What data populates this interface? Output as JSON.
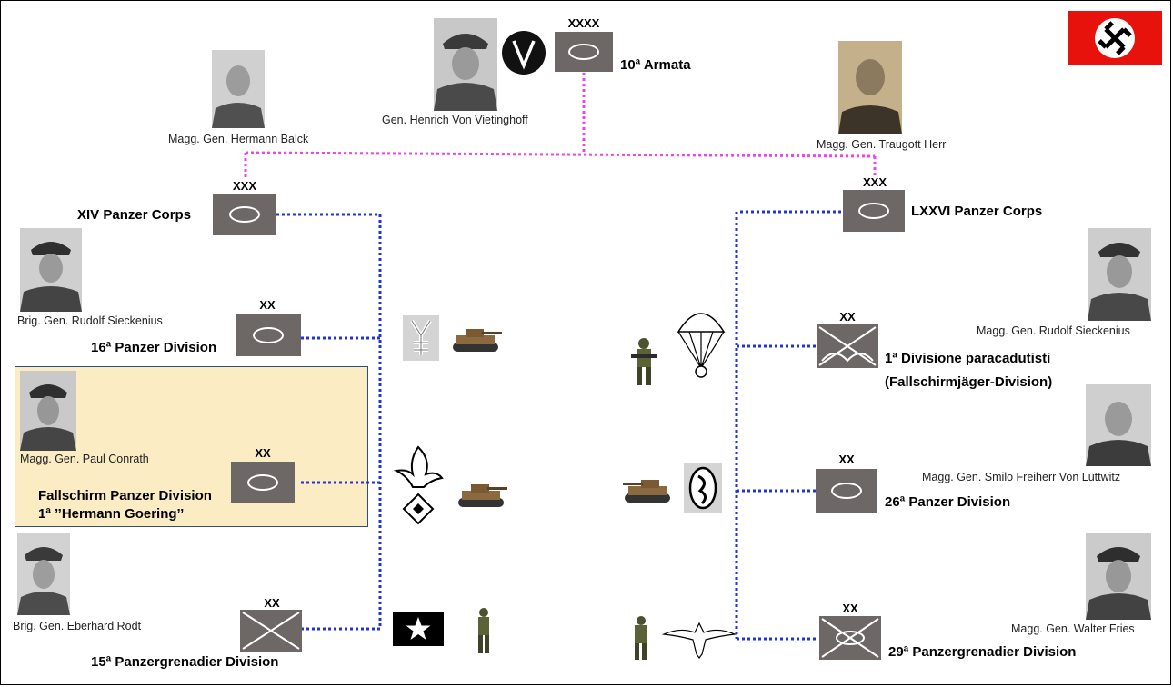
{
  "army": {
    "echelon": "XXXX",
    "name": "10ª Armata",
    "commander": "Gen. Henrich Von Vietinghoff"
  },
  "corps_left": {
    "echelon": "XXX",
    "name": "XIV Panzer Corps",
    "commander": "Magg. Gen. Hermann Balck",
    "divisions": [
      {
        "echelon": "XX",
        "name": "16ª Panzer Division",
        "commander": "Brig. Gen. Rudolf Sieckenius"
      },
      {
        "echelon": "XX",
        "name_line1": "Fallschirm Panzer Division",
        "name_line2": "1ª ’’Hermann Goering’’",
        "commander": "Magg. Gen. Paul Conrath"
      },
      {
        "echelon": "XX",
        "name": "15ª Panzergrenadier Division",
        "commander": "Brig. Gen. Eberhard Rodt"
      }
    ]
  },
  "corps_right": {
    "echelon": "XXX",
    "name": "LXXVI Panzer Corps",
    "commander": "Magg. Gen. Traugott Herr",
    "divisions": [
      {
        "echelon": "XX",
        "name_line1": "1ª Divisione paracadutisti",
        "name_line2": "(Fallschirmjäger-Division)",
        "commander": "Magg. Gen. Rudolf Sieckenius"
      },
      {
        "echelon": "XX",
        "name": "26ª Panzer Division",
        "commander": "Magg. Gen. Smilo Freiherr Von Lüttwitz"
      },
      {
        "echelon": "XX",
        "name": "29ª Panzergrenadier Division",
        "commander": "Magg. Gen. Walter Fries"
      }
    ]
  },
  "colors": {
    "army_link": "#ee44ee",
    "corps_link": "#2233dd",
    "unit_box": "#6d6766",
    "flag_red": "#e8120c",
    "highlight": "#fcecc4"
  },
  "icons": [
    "v-emblem-icon",
    "swastika-flag-icon",
    "division-insignia-icon",
    "tank-icon",
    "soldier-icon",
    "parachute-icon",
    "eagle-icon",
    "star-emblem-icon",
    "portrait-photo"
  ]
}
